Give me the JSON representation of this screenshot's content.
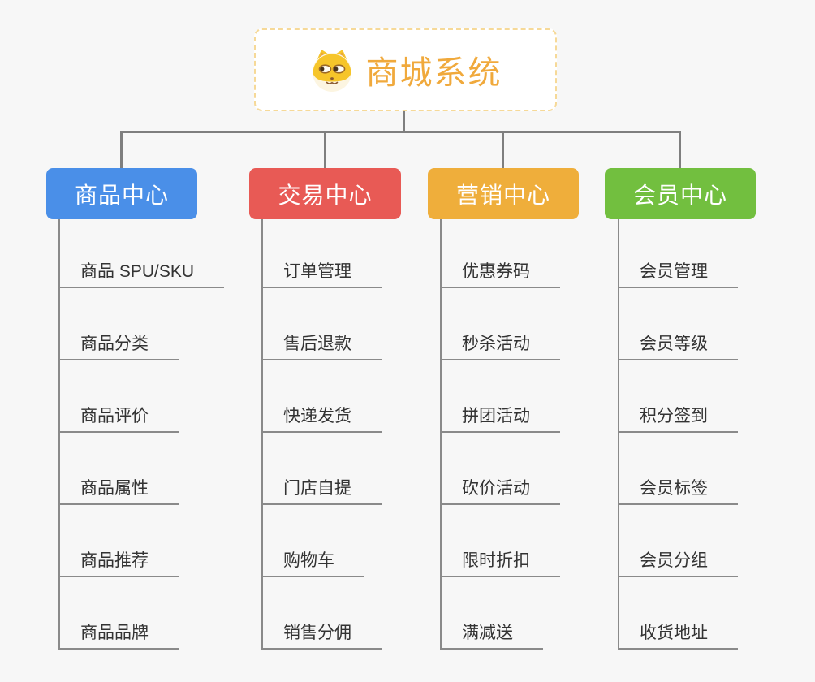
{
  "page": {
    "background_color": "#f7f7f7",
    "connector_color": "#7f7f7f",
    "underline_color": "#8a8a8a"
  },
  "root": {
    "title": "商城系统",
    "icon": "shiba-dog-icon",
    "title_color": "#f0a93c",
    "border_color": "#f6d998",
    "background_color": "#ffffff"
  },
  "branches": [
    {
      "label": "商品中心",
      "color": "#4a8fe8",
      "children": [
        "商品 SPU/SKU",
        "商品分类",
        "商品评价",
        "商品属性",
        "商品推荐",
        "商品品牌"
      ]
    },
    {
      "label": "交易中心",
      "color": "#e85a55",
      "children": [
        "订单管理",
        "售后退款",
        "快递发货",
        "门店自提",
        "购物车",
        "销售分佣"
      ]
    },
    {
      "label": "营销中心",
      "color": "#efae3b",
      "children": [
        "优惠券码",
        "秒杀活动",
        "拼团活动",
        "砍价活动",
        "限时折扣",
        "满减送"
      ]
    },
    {
      "label": "会员中心",
      "color": "#72bf3f",
      "children": [
        "会员管理",
        "会员等级",
        "积分签到",
        "会员标签",
        "会员分组",
        "收货地址"
      ]
    }
  ]
}
